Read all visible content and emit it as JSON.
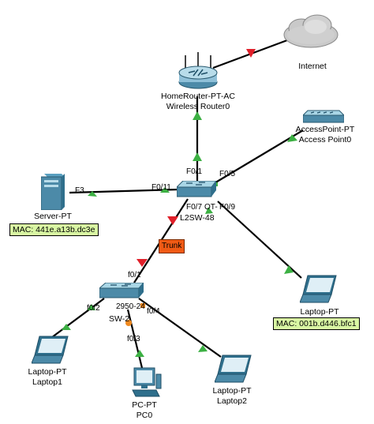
{
  "devices": {
    "internet": {
      "label": "Internet"
    },
    "router": {
      "type_label": "HomeRouter-PT-AC",
      "name_label": "Wireless Router0"
    },
    "access_point": {
      "type_label": "AccessPoint-PT",
      "name_label": "Access Point0"
    },
    "server": {
      "type_label": "Server-PT",
      "mac": "MAC: 441e.a13b.dc3e"
    },
    "core_switch": {
      "partial_label": "OT-",
      "name_label": "L2SW-48"
    },
    "access_switch": {
      "model_label": "2950-24",
      "name_label": "SW-2"
    },
    "laptop_right": {
      "type_label": "Laptop-PT",
      "mac": "MAC: 001b.d446.bfc1"
    },
    "laptop1": {
      "type_label": "Laptop-PT",
      "name_label": "Laptop1"
    },
    "pc0": {
      "type_label": "PC-PT",
      "name_label": "PC0"
    },
    "laptop2": {
      "type_label": "Laptop-PT",
      "name_label": "Laptop2"
    }
  },
  "ports": {
    "f01_router": "F0/1",
    "f05": "F0/5",
    "f011": "F0/11",
    "f3": "F3",
    "f07": "F0/7",
    "f09": "F0/9",
    "sw2_f01": "f0/1",
    "sw2_f02": "f0/2",
    "sw2_f04": "f0/4",
    "sw2_f03": "f0/3"
  },
  "trunk_label": "Trunk",
  "colors": {
    "link_up": "#3cb043",
    "link_down": "#e0202a",
    "link_blocked": "#f08a20",
    "mac_bg": "#d9f7a3",
    "trunk_bg": "#f05a14"
  }
}
